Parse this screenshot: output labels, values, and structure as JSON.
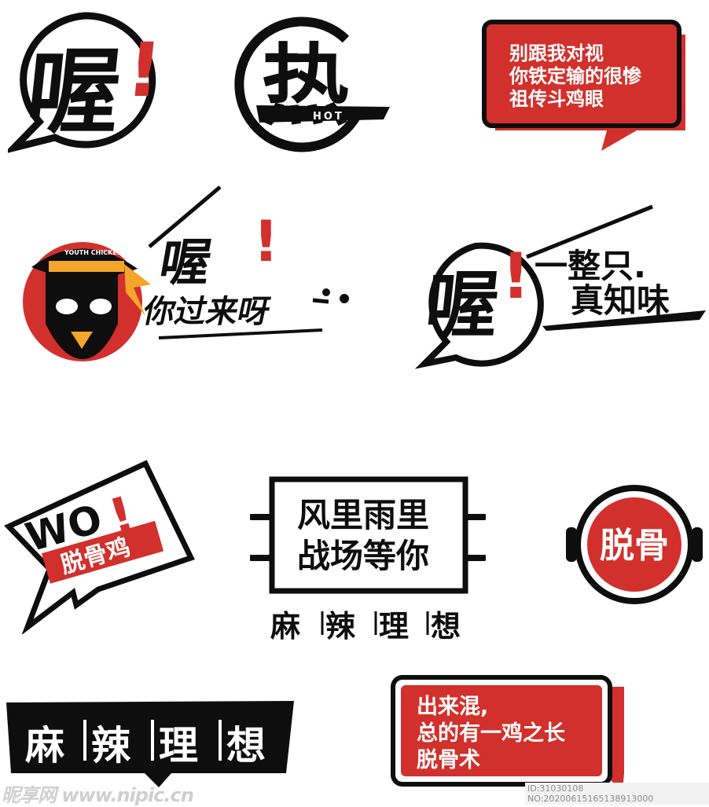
{
  "colors": {
    "red": "#d2302c",
    "black": "#0e0e0e",
    "orange": "#f4a52a",
    "white": "#ffffff"
  },
  "s1": {
    "char": "喔",
    "bang": "!"
  },
  "s2": {
    "char": "热",
    "sub": "HOT"
  },
  "s3": {
    "lines": [
      "别跟我对视",
      "你铁定输的很惨",
      "祖传斗鸡眼"
    ]
  },
  "s4": {
    "cap": "YOUTH CHICKEN",
    "big": "喔",
    "bang": "!",
    "sub": "你过来呀"
  },
  "s5": {
    "big": "喔",
    "bang": "!",
    "l1": "一整只.",
    "l2": "真知味"
  },
  "s6": {
    "wo": "WO",
    "bang": "!",
    "tag": "脱骨鸡"
  },
  "s7": {
    "l1": "风里雨里",
    "l2": "战场等你",
    "foot": [
      "麻",
      "辣",
      "理",
      "想"
    ]
  },
  "s8": {
    "text": "脱骨"
  },
  "s9": {
    "chars": [
      "麻",
      "辣",
      "理",
      "想"
    ]
  },
  "s10": {
    "lines": [
      "出来混,",
      "总的有一鸡之长",
      "脱骨术"
    ]
  },
  "watermark": {
    "left": "昵享网 www.nipic.cn",
    "right": "ID:31030108 NO:20200615165138913000"
  }
}
